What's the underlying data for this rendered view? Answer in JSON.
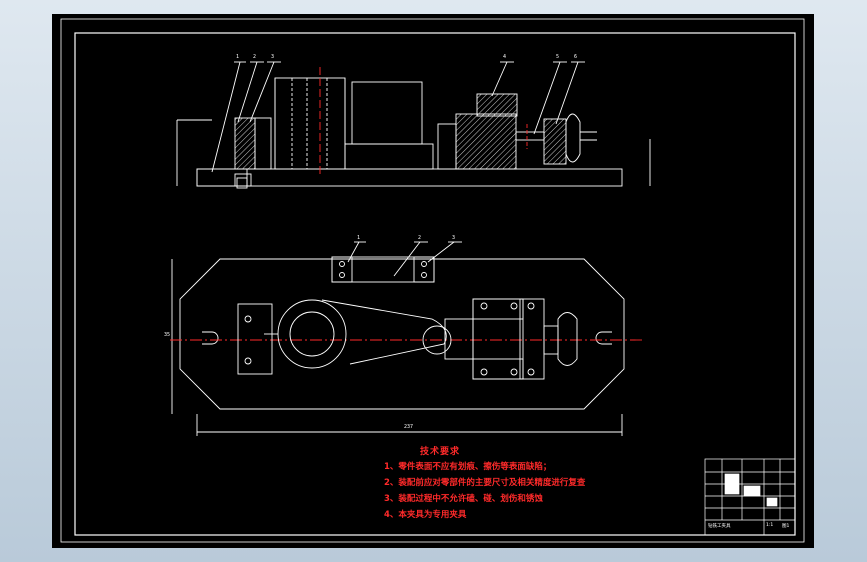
{
  "title_block": {
    "name": "钻铣工夹具",
    "scale": "1:1",
    "sheet": "图1"
  },
  "tech_requirements": {
    "title": "技术要求",
    "items": [
      "1、零件表面不应有划痕、擦伤等表面缺陷；",
      "2、装配前应对零部件的主要尺寸及相关精度进行复查",
      "3、装配过程中不允许磕、碰、划伤和锈蚀",
      "4、本夹具为专用夹具"
    ]
  },
  "balloons_top": [
    "1",
    "2",
    "3",
    "4",
    "5",
    "6"
  ],
  "balloons_bottom": [
    "1",
    "2",
    "3"
  ],
  "dimensions": {
    "overall_length": "237",
    "side": "35"
  },
  "colors": {
    "background": "#000000",
    "lines": "#ffffff",
    "notes": "#ff2a2a",
    "center_line": "#ff2a2a",
    "hatch": "#ffffff"
  }
}
